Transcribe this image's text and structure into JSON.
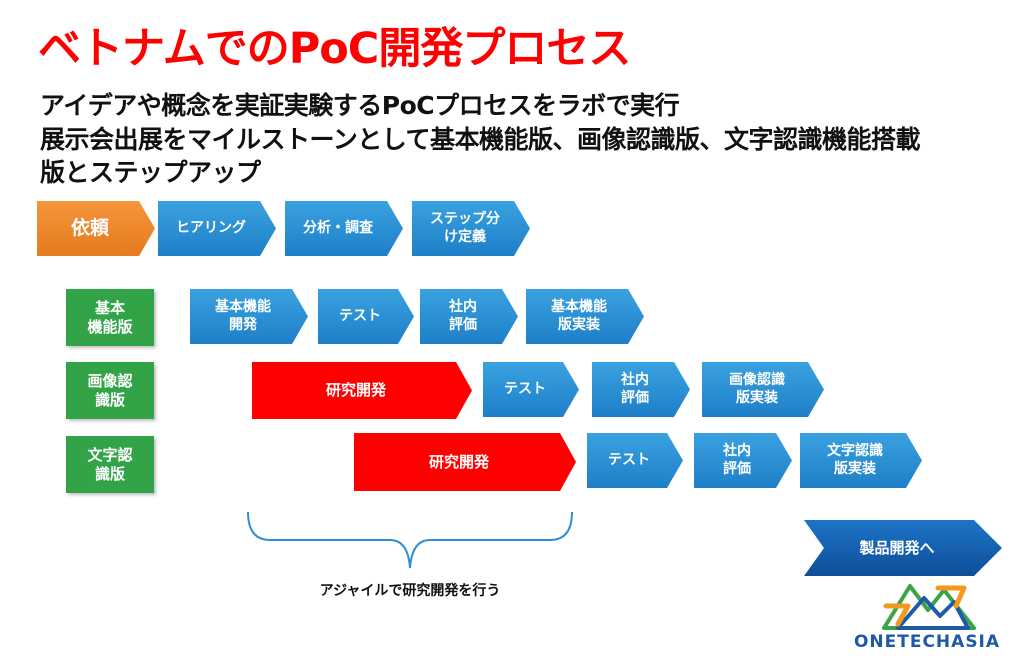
{
  "title": "ベトナムでのPoC開発プロセス",
  "subtitle_lines": [
    "アイデアや概念を実証実験するPoCプロセスをラボで実行",
    "展示会出展をマイルストーンとして基本機能版、画像認識版、文字認識機能搭載",
    "版とステップアップ"
  ],
  "top_flow": {
    "request": "依頼",
    "steps": [
      "ヒアリング",
      "分析・調査",
      "ステップ分\nけ定義"
    ]
  },
  "tracks": [
    {
      "label": "基本\n機能版",
      "steps": [
        "基本機能\n開発",
        "テスト",
        "社内\n評価",
        "基本機能\n版実装"
      ]
    },
    {
      "label": "画像認\n識版",
      "steps": [
        "研究開発",
        "テスト",
        "社内\n評価",
        "画像認識\n版実装"
      ]
    },
    {
      "label": "文字認\n識版",
      "steps": [
        "研究開発",
        "テスト",
        "社内\n評価",
        "文字認識\n版実装"
      ]
    }
  ],
  "product_dev": "製品開発へ",
  "agile_label": "アジャイルで研究開発を行う",
  "logo": {
    "text": "ONETECHASIA",
    "colors": {
      "blue": "#1e5aa8",
      "orange": "#f39a1e",
      "green": "#3aa548"
    }
  },
  "colors": {
    "title_red": "#ff0000",
    "process_blue": "#2a8fd6",
    "research_red": "#ff0000",
    "request_orange": "#f08a2a",
    "track_green": "#33a348",
    "product_navy": "#1565b8"
  }
}
